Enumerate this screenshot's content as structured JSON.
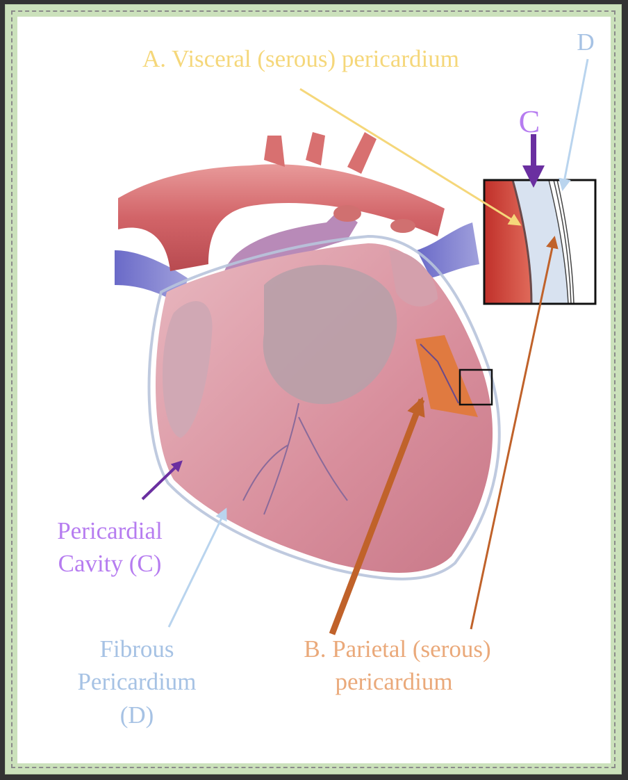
{
  "labels": {
    "visceral": "A. Visceral (serous) pericardium",
    "d_letter": "D",
    "c_letter": "C",
    "cavity_line1": "Pericardial",
    "cavity_line2": "Cavity (C)",
    "fibrous_line1": "Fibrous",
    "fibrous_line2": "Pericardium",
    "fibrous_line3": "(D)",
    "parietal_line1": "B. Parietal (serous)",
    "parietal_line2": "pericardium"
  },
  "colors": {
    "visceral": "#f5d77a",
    "cavity_text": "#b67cf0",
    "cavity_arrow": "#6a2fa0",
    "fibrous_text": "#a6c2e4",
    "fibrous_arrow": "#b9d4ee",
    "parietal_text": "#eaa97a",
    "parietal_arrow": "#c0622a",
    "frame": "#cbe1bb"
  }
}
